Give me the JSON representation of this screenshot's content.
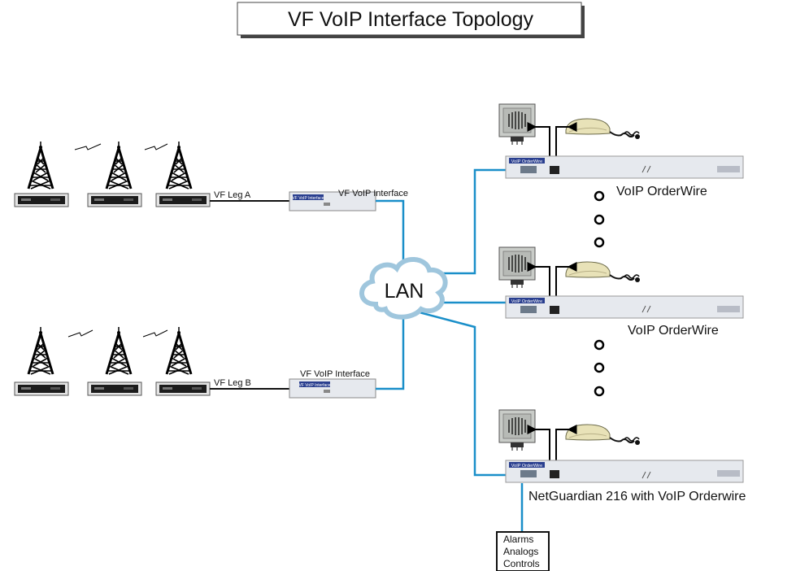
{
  "title": "VF VoIP Interface Topology",
  "cloud_label": "LAN",
  "legs": [
    {
      "leg_label": "VF Leg A",
      "interface_label": "VF VoIP Interface",
      "device_text": "VF VoIP Interface"
    },
    {
      "leg_label": "VF Leg B",
      "interface_label": "VF VoIP Interface",
      "device_text": "VF VoIP Interface"
    }
  ],
  "orderwires": [
    {
      "label": "VoIP OrderWire",
      "device_text": "VoIP OrderWire"
    },
    {
      "label": "VoIP OrderWire",
      "device_text": "VoIP OrderWire"
    },
    {
      "label": "NetGuardian 216 with VoIP Orderwire",
      "device_text": "VoIP OrderWire"
    }
  ],
  "io_box": {
    "lines": [
      "Alarms",
      "Analogs",
      "Controls"
    ]
  },
  "colors": {
    "link": "#1a8fc9",
    "wire": "#111111",
    "device_body": "#e6e9ee",
    "device_label": "#2a3f8f",
    "tower": "#000000"
  }
}
